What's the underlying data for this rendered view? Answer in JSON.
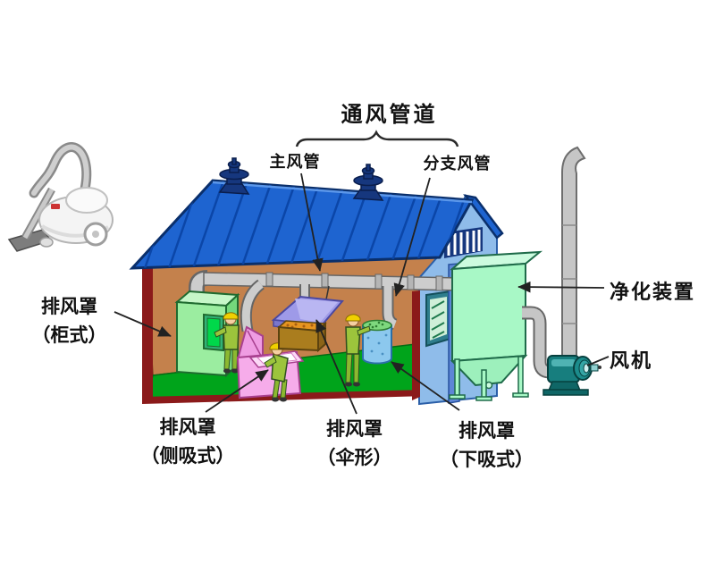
{
  "diagram": {
    "title": "通风管道",
    "duct_labels": {
      "main": "主风管",
      "branch": "分支风管"
    },
    "hood_labels": {
      "cabinet": "排风罩\n（柜式）",
      "side_suction": "排风罩\n（侧吸式）",
      "umbrella": "排风罩\n（伞形）",
      "down_suction": "排风罩\n（下吸式）"
    },
    "equipment_labels": {
      "purifier": "净化装置",
      "fan": "风机"
    },
    "colors": {
      "roof_blue": "#1E64D0",
      "roof_stripe": "#0B46A8",
      "wall_blue": "#8FBCEA",
      "interior_wall": "#C4814C",
      "floor_green": "#00A41B",
      "frame_maroon": "#8B1A1A",
      "cabinet_green": "#9BEDA0",
      "side_hood_pink": "#F6ACEA",
      "umbrella_lavender": "#9E9AE8",
      "barrel_blue": "#8CC8EE",
      "purifier_green": "#A8F8C6",
      "fan_teal": "#177E7E",
      "duct_gray": "#CDCDCD",
      "label_text": "#111111"
    }
  }
}
